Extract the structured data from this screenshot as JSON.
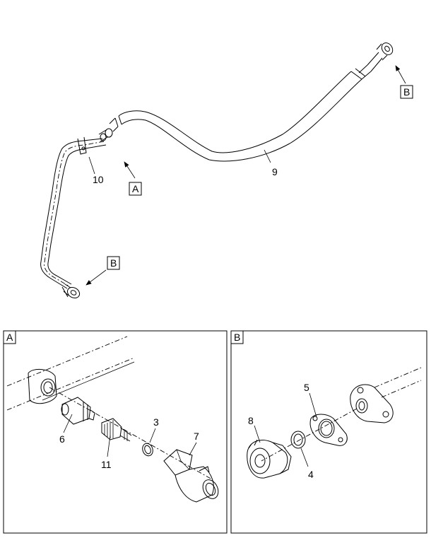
{
  "callouts": {
    "main_9": "9",
    "main_10": "10",
    "main_A": "A",
    "main_B_top": "B",
    "main_B_left": "B",
    "detA_3": "3",
    "detA_6": "6",
    "detA_7": "7",
    "detA_11": "11",
    "detB_4": "4",
    "detB_5": "5",
    "detB_8": "8"
  },
  "panels": {
    "detail_a_tag": "A",
    "detail_b_tag": "B"
  },
  "colors": {
    "line": "#000000",
    "background": "#ffffff"
  }
}
